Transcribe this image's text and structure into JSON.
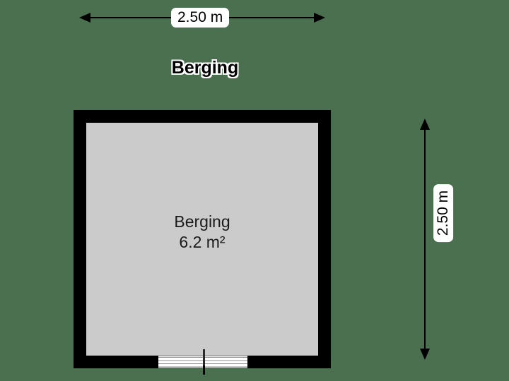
{
  "plan": {
    "title": "Berging",
    "background_color": "#4a7050",
    "wall_color": "#000000",
    "floor_color": "#cbcbcb"
  },
  "room": {
    "name": "Berging",
    "area": "6.2 m²"
  },
  "dimensions": {
    "width_label": "2.50 m",
    "height_label": "2.50 m"
  }
}
